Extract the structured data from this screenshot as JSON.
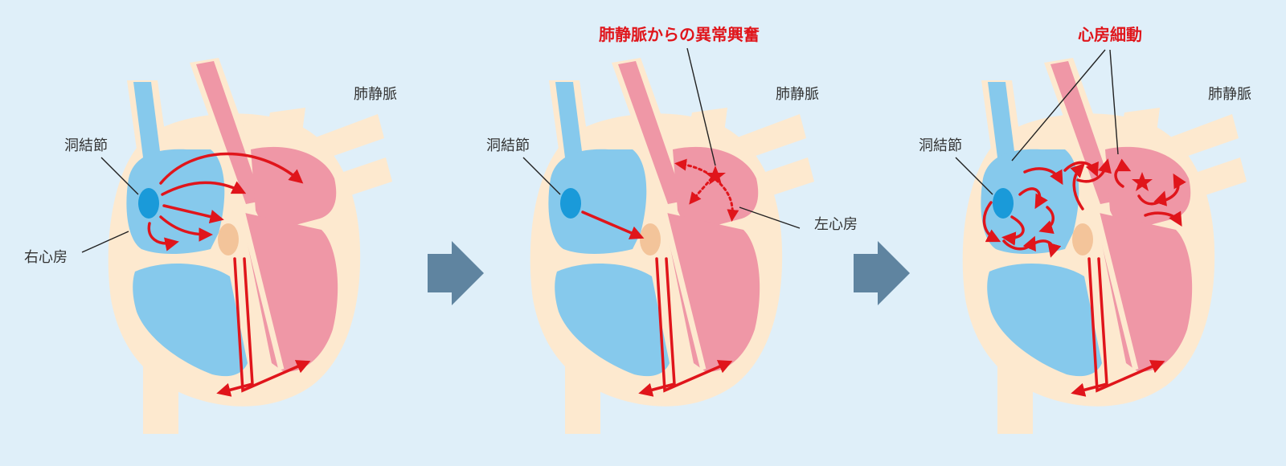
{
  "colors": {
    "background": "#dfeff9",
    "heart_body": "#fde9cf",
    "right_side": "#86c9ec",
    "left_side": "#ef97a6",
    "sinus_node": "#1a9ad9",
    "av_node": "#f3c49a",
    "signal": "#e0151b",
    "arrow": "#5f84a0",
    "label_text": "#333333",
    "highlight_text": "#e0151b"
  },
  "panels": [
    {
      "labels": {
        "pulmonary_vein": "肺静脈",
        "sinus_node": "洞結節",
        "right_atrium": "右心房"
      }
    },
    {
      "labels": {
        "pulmonary_vein": "肺静脈",
        "sinus_node": "洞結節",
        "left_atrium": "左心房",
        "abnormal_excitation": "肺静脈からの異常興奮"
      }
    },
    {
      "labels": {
        "pulmonary_vein": "肺静脈",
        "sinus_node": "洞結節",
        "atrial_fibrillation": "心房細動"
      }
    }
  ],
  "transition_arrows": [
    {
      "icon": "right-arrow-icon"
    },
    {
      "icon": "right-arrow-icon"
    }
  ]
}
